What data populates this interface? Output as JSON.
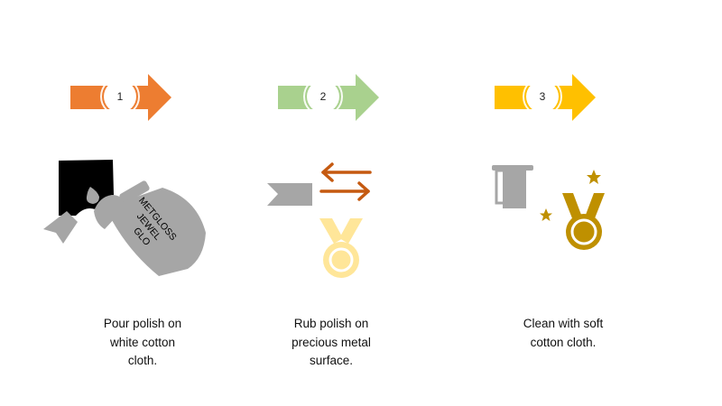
{
  "colors": {
    "step1": "#ED7D31",
    "step2": "#A9D18E",
    "step3": "#FFC000",
    "gray": "#A6A6A6",
    "brown": "#C55A11",
    "pale_gold": "#FFE699",
    "gold": "#BF9000"
  },
  "steps": [
    {
      "number": "1",
      "caption_lines": [
        "Pour polish on",
        "white cotton",
        "cloth."
      ],
      "illustration": {
        "icons": [
          "polish-bottle-icon",
          "cloth-icon",
          "drop-icon"
        ],
        "bottle_label": [
          "METGLOSS",
          "JEWEL",
          "GLO"
        ]
      }
    },
    {
      "number": "2",
      "caption_lines": [
        "Rub polish on",
        "precious metal",
        "surface."
      ],
      "illustration": {
        "icons": [
          "cloth-strip-icon",
          "swap-arrows-icon",
          "medal-icon"
        ]
      }
    },
    {
      "number": "3",
      "caption_lines": [
        "Clean with soft",
        "cotton cloth."
      ],
      "illustration": {
        "icons": [
          "folded-cloth-icon",
          "sparkle-icon",
          "medal-icon"
        ]
      }
    }
  ]
}
